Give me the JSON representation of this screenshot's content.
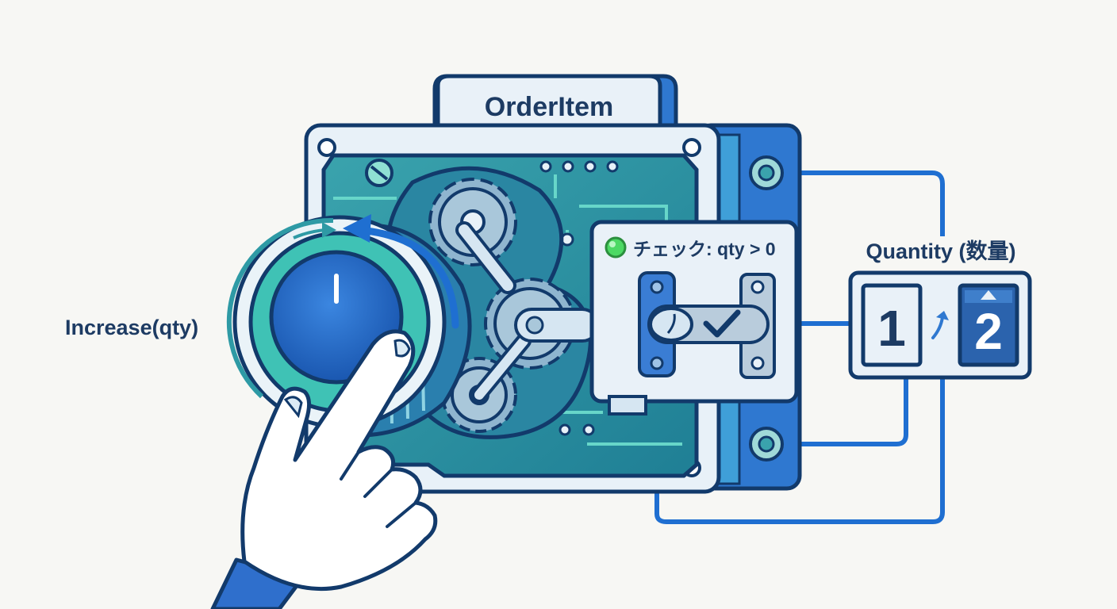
{
  "module": {
    "title": "OrderItem"
  },
  "action": {
    "label": "Increase(qty)"
  },
  "check": {
    "label": "チェック: qty > 0",
    "status": "pass"
  },
  "quantity": {
    "label": "Quantity (数量)",
    "before": "1",
    "after": "2"
  },
  "colors": {
    "navy": "#123a6b",
    "teal": "#2e9aa5",
    "blue": "#1f6fd1",
    "green": "#4cd964",
    "panel": "#e7f0f7"
  }
}
